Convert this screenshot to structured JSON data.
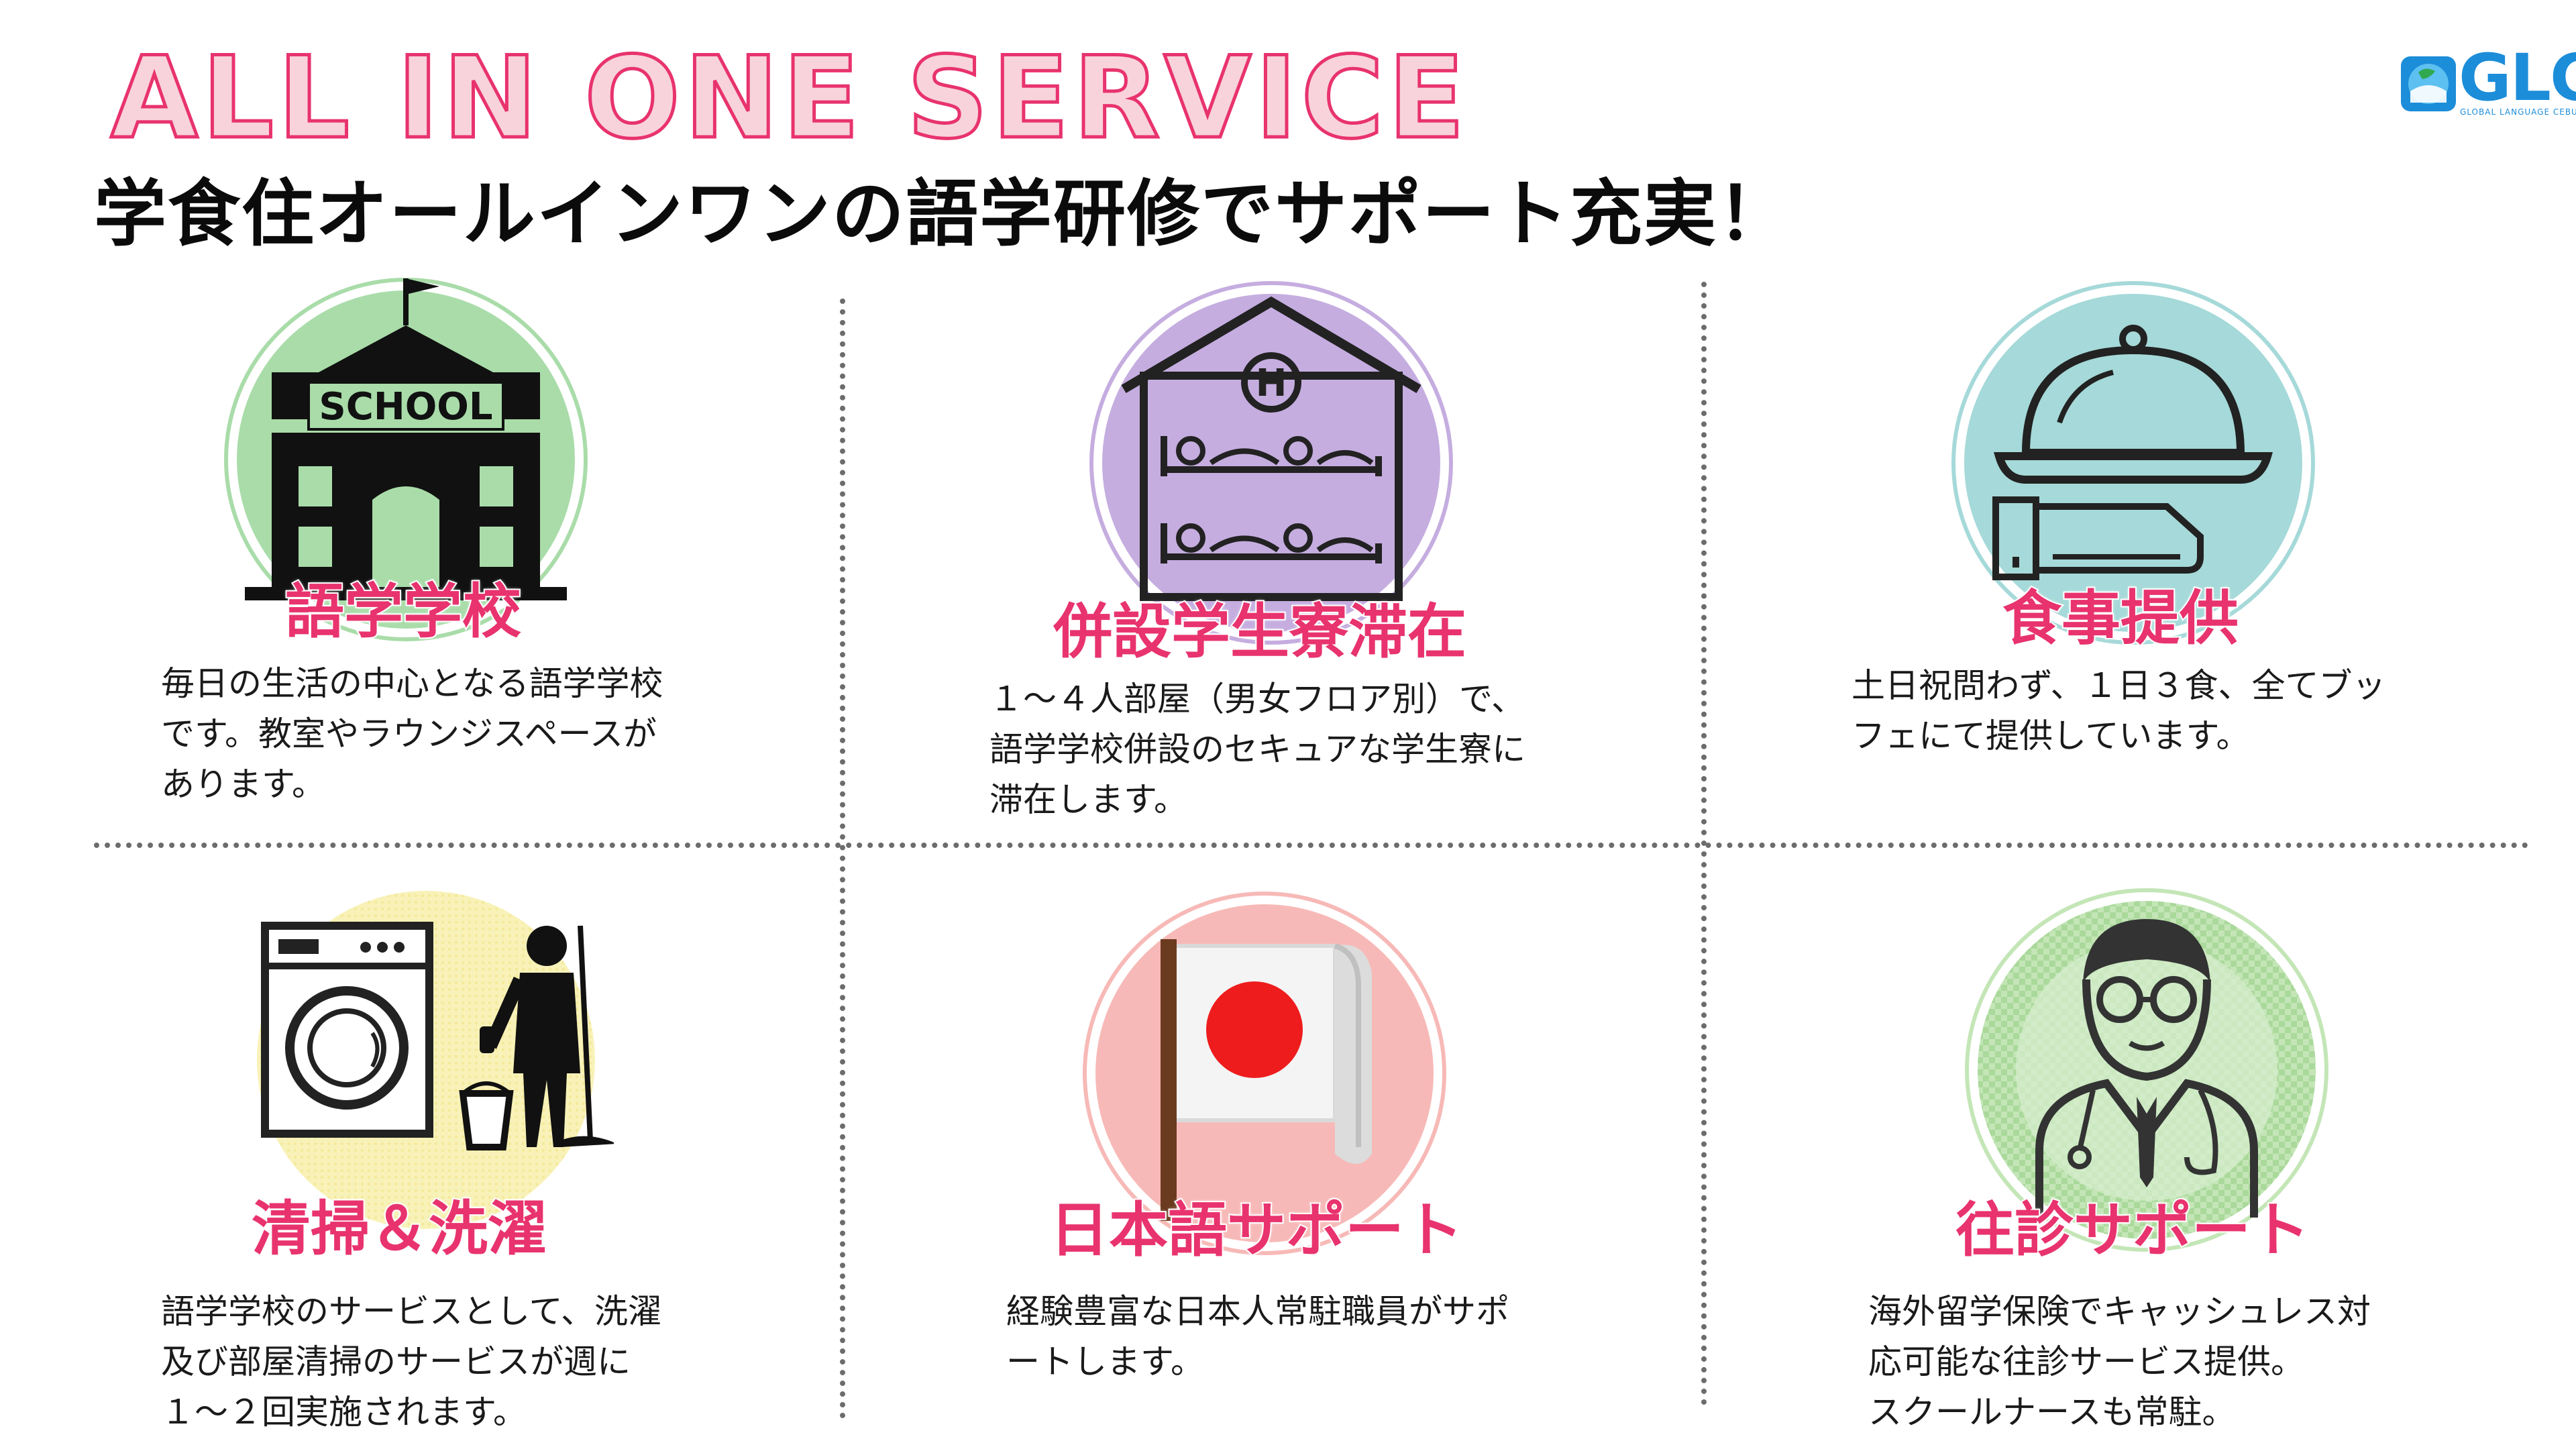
{
  "header": {
    "headline": "ALL IN ONE SERVICE",
    "subtitle": "学食住オールインワンの語学研修でサポート充実！"
  },
  "logo": {
    "text": "GLC",
    "subtext": "GLOBAL LANGUAGE CEBU"
  },
  "colors": {
    "accent_pink": "#e8336e",
    "school_circle": "#a9dca9",
    "dorm_circle": "#c5ade0",
    "meal_circle": "#a6d9d9",
    "laundry_circle": "#f8f2b8",
    "japanese_circle": "#f7b9b7",
    "medical_circle": "#c4e6b7"
  },
  "services": [
    {
      "icon": "school-building-icon",
      "icon_text": "SCHOOL",
      "title": "語学学校",
      "description": "毎日の生活の中心となる語学学校\nです。教室やラウンジスペースが\nあります。"
    },
    {
      "icon": "hotel-dormitory-icon",
      "icon_text": "H",
      "title": "併設学生寮滞在",
      "description": "１～４人部屋（男女フロア別）で、\n語学学校併設のセキュアな学生寮に\n滞在します。"
    },
    {
      "icon": "food-cloche-icon",
      "title": "食事提供",
      "description": "土日祝問わず、１日３食、全てブッ\nフェにて提供しています。"
    },
    {
      "icon": "washing-machine-cleaner-icon",
      "title": "清掃＆洗濯",
      "description": "語学学校のサービスとして、洗濯\n及び部屋清掃のサービスが週に\n１～２回実施されます。"
    },
    {
      "icon": "japan-flag-icon",
      "title": "日本語サポート",
      "description": "経験豊富な日本人常駐職員がサポ\nートします。"
    },
    {
      "icon": "doctor-icon",
      "title": "往診サポート",
      "description": "海外留学保険でキャッシュレス対\n応可能な往診サービス提供。\nスクールナースも常駐。"
    }
  ]
}
